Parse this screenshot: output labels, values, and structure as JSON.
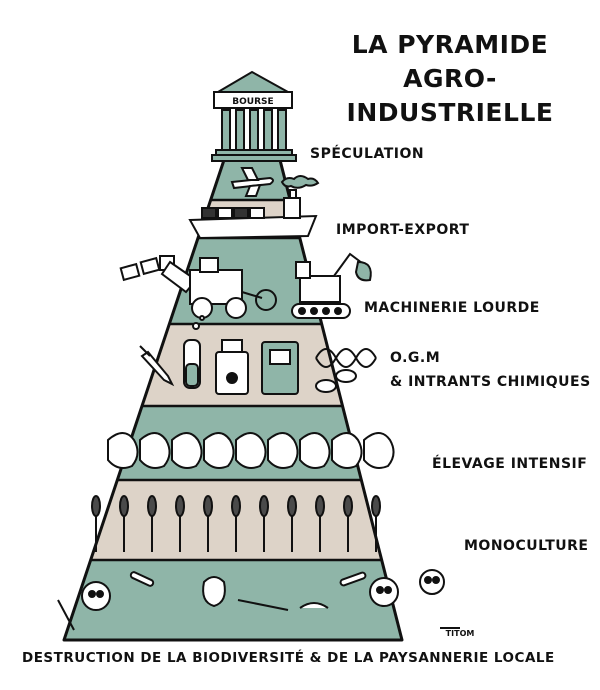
{
  "title": {
    "line1": "LA PYRAMIDE",
    "line2": "AGRO-INDUSTRIELLE"
  },
  "top_building": {
    "sign": "BOURSE"
  },
  "tiers": [
    {
      "label": "SPÉCULATION",
      "icon": "plane-icon"
    },
    {
      "label": "IMPORT-EXPORT",
      "icon": "cargo-ship-icon"
    },
    {
      "label": "MACHINERIE LOURDE",
      "icon": "tractor-icon"
    },
    {
      "label_line1": "O.G.M",
      "label_line2": "& INTRANTS CHIMIQUES",
      "icon": "chemistry-icon"
    },
    {
      "label": "ÉLEVAGE INTENSIF",
      "icon": "chicken-icon"
    },
    {
      "label": "MONOCULTURE",
      "icon": "wheat-icon"
    }
  ],
  "base_label": "DESTRUCTION DE LA BIODIVERSITÉ & DE LA PAYSANNERIE LOCALE",
  "signature": "TITOM",
  "colors": {
    "green": "#8fb5a8",
    "beige": "#ddd3c8",
    "ink": "#111111",
    "white": "#ffffff"
  }
}
